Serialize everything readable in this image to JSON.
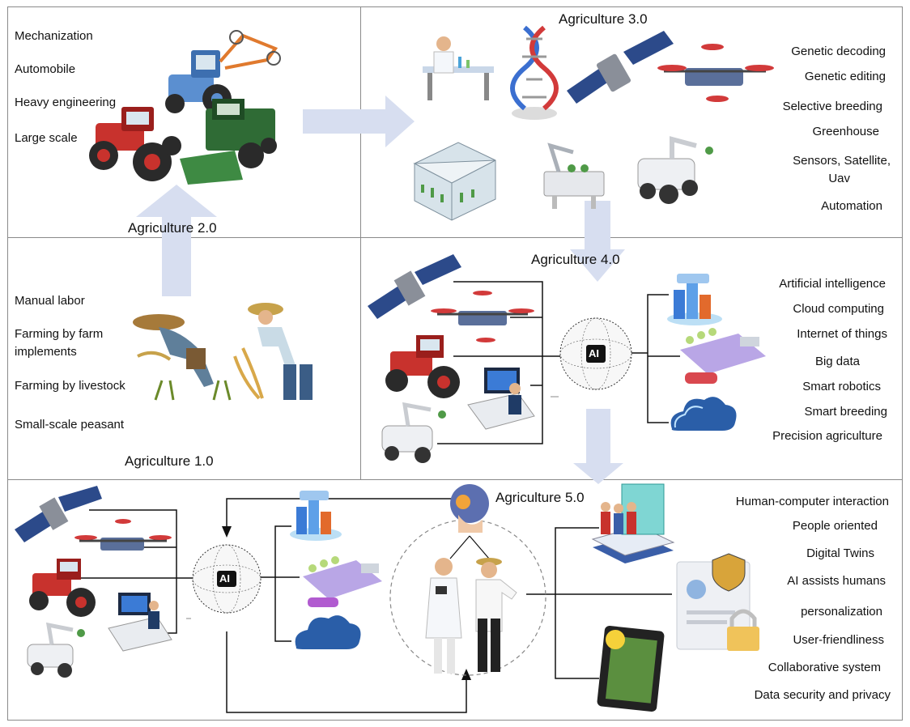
{
  "panels": {
    "agri1": {
      "title": "Agriculture 1.0",
      "items": [
        "Manual labor",
        "Farming by farm implements",
        "Farming by livestock",
        "Small-scale peasant"
      ],
      "item2_line1": "Farming by farm",
      "item2_line2": "implements"
    },
    "agri2": {
      "title": "Agriculture 2.0",
      "items": [
        "Mechanization",
        "Automobile",
        "Heavy engineering",
        "Large scale"
      ]
    },
    "agri3": {
      "title": "Agriculture 3.0",
      "items": [
        "Genetic decoding",
        "Genetic editing",
        "Selective breeding",
        "Greenhouse",
        "Sensors, Satellite, Uav",
        "Automation"
      ],
      "item5_line1": "Sensors, Satellite,",
      "item5_line2": "Uav"
    },
    "agri4": {
      "title": "Agriculture 4.0",
      "items": [
        "Artificial intelligence",
        "Cloud computing",
        "Internet of things",
        "Big data",
        "Smart robotics",
        "Smart breeding",
        "Precision agriculture"
      ],
      "hub_label": "AI"
    },
    "agri5": {
      "title": "Agriculture 5.0",
      "items": [
        "Human-computer interaction",
        "People oriented",
        "Digital Twins",
        "AI assists humans",
        "personalization",
        "User-friendliness",
        "Collaborative system",
        "Data security and privacy"
      ],
      "hub_label": "AI"
    }
  },
  "colors": {
    "arrow": "#d7def0",
    "border": "#8a8a8a",
    "line": "#111111",
    "tractor_red": "#c8322d",
    "tractor_blue": "#5b8fd0",
    "harvester_green": "#2f6b35",
    "satellite_blue": "#2c4a8a",
    "drone": "#5a6f9a",
    "cloud_blue": "#2a5ea8"
  },
  "icons": [
    "tractor-icon",
    "harvester-icon",
    "farmer-icon",
    "scientist-icon",
    "dna-icon",
    "satellite-icon",
    "drone-icon",
    "greenhouse-icon",
    "robot-arm-icon",
    "ai-globe-icon",
    "big-data-icon",
    "cloud-icon",
    "iot-farm-icon",
    "computer-user-icon",
    "vr-users-icon",
    "digital-id-icon",
    "tablet-icon",
    "robot-head-icon"
  ]
}
